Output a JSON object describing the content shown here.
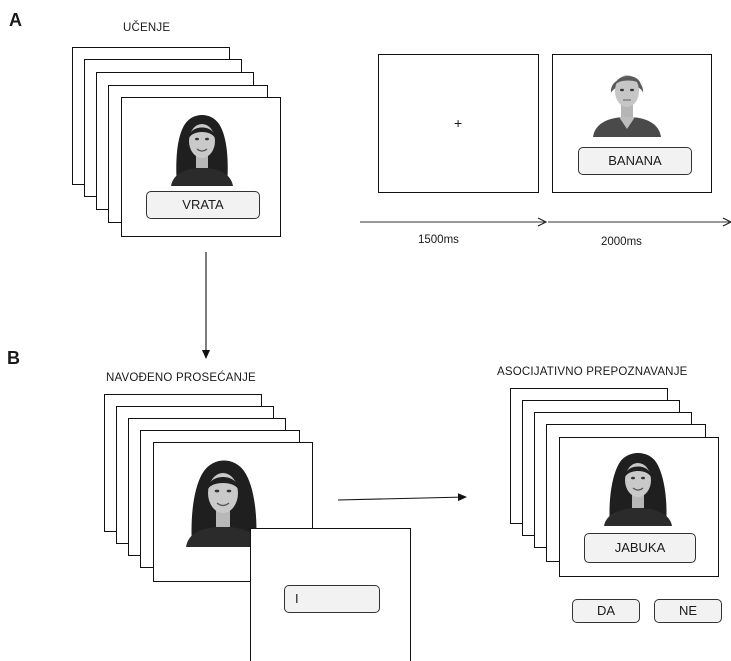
{
  "panel_a": {
    "label": "A",
    "learning_caption": "UČENJE",
    "learning_word": "VRATA",
    "fixation_symbol": "+",
    "trial_word": "BANANA",
    "fixation_duration": "1500ms",
    "stimulus_duration": "2000ms"
  },
  "panel_b": {
    "label": "B",
    "guided_caption": "NAVOĐENO PROSEĆANJE",
    "cue_input_value": "I",
    "recognition_caption": "ASOCIJATIVNO PREPOZNAVANJE",
    "recognition_word": "JABUKA",
    "yes_label": "DA",
    "no_label": "NE"
  },
  "icons": {
    "face_stimulus": "portrait-photo-icon",
    "flow_arrow": "arrow-icon"
  },
  "colors": {
    "ink": "#111111",
    "word_box_fill": "#f2f2f2"
  }
}
